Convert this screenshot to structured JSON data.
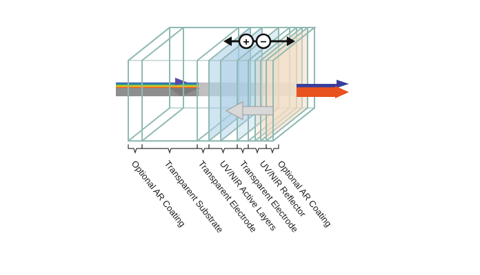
{
  "diagram": {
    "control_symbols": {
      "plus": "+",
      "minus": "−"
    },
    "layers": [
      {
        "label": "Optional AR Coating"
      },
      {
        "label": "Transparent Substrate"
      },
      {
        "label": "Transparent Electrode"
      },
      {
        "label": "UV/NIR Active Layers"
      },
      {
        "label": "Transparent Electrode"
      },
      {
        "label": "UV/NIR Reflector"
      },
      {
        "label": "Optional AR Coating"
      }
    ],
    "colors": {
      "frame": "#8fb9b3",
      "active_layer_fill": "#a9cde6",
      "reflector_fill": "#f1dcc4",
      "incoming_arrow": "#9a9a9a",
      "outgoing_arrow": "#e8521e",
      "reflected_arrow": "#d8d8d8",
      "text": "#1a1a1a"
    }
  }
}
